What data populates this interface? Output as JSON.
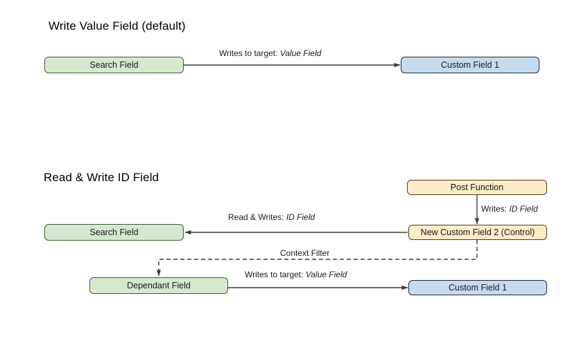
{
  "diagram": {
    "sections": [
      {
        "id": "write-value-field",
        "title": "Write Value Field (default)",
        "nodes": [
          {
            "id": "search-field-1",
            "label": "Search Field",
            "color": "#d6e8d0",
            "shape": "rounded-rect"
          },
          {
            "id": "custom-field-1",
            "label": "Custom Field 1",
            "color": "#c5dcf0",
            "shape": "rounded-rect"
          }
        ],
        "edges": [
          {
            "id": "edge-writes-value-1",
            "from": "search-field-1",
            "to": "custom-field-1",
            "label_prefix": "Writes to target: ",
            "label_emphasis": "Value Field",
            "style": "solid",
            "arrow": "end"
          }
        ]
      },
      {
        "id": "read-write-id-field",
        "title": "Read & Write ID Field",
        "nodes": [
          {
            "id": "post-function",
            "label": "Post Function",
            "color": "#fdecc8",
            "shape": "rounded-rect"
          },
          {
            "id": "new-custom-field-2",
            "label": "New Custom Field 2 (Control)",
            "color": "#fdecc8",
            "shape": "rounded-rect"
          },
          {
            "id": "search-field-2",
            "label": "Search Field",
            "color": "#d6e8d0",
            "shape": "rounded-rect"
          },
          {
            "id": "dependant-field",
            "label": "Dependant Field",
            "color": "#d6e8d0",
            "shape": "rounded-rect"
          },
          {
            "id": "custom-field-1-b",
            "label": "Custom Field 1",
            "color": "#c5dcf0",
            "shape": "rounded-rect"
          }
        ],
        "edges": [
          {
            "id": "edge-writes-id",
            "from": "post-function",
            "to": "new-custom-field-2",
            "label_prefix": "Writes: ",
            "label_emphasis": "ID Field",
            "style": "solid",
            "arrow": "end"
          },
          {
            "id": "edge-read-writes-id",
            "from": "new-custom-field-2",
            "to": "search-field-2",
            "label_prefix": "Read & Writes: ",
            "label_emphasis": "ID Field",
            "style": "solid",
            "arrow": "end"
          },
          {
            "id": "edge-context-filter",
            "from": "new-custom-field-2",
            "to": "dependant-field",
            "label_prefix": "Context Filter",
            "label_emphasis": "",
            "style": "dashed",
            "arrow": "end"
          },
          {
            "id": "edge-writes-value-2",
            "from": "dependant-field",
            "to": "custom-field-1-b",
            "label_prefix": "Writes to target: ",
            "label_emphasis": "Value Field",
            "style": "solid",
            "arrow": "end"
          }
        ]
      }
    ],
    "colors": {
      "green_fill": "#d6e8d0",
      "green_stroke": "#3b5c33",
      "blue_fill": "#c5dcf0",
      "blue_stroke": "#1f2b38",
      "tan_fill": "#fdecc8",
      "tan_stroke": "#4a3d1a",
      "line": "#3a3a3a",
      "background": "#ffffff",
      "text": "#1a1a1a"
    }
  }
}
